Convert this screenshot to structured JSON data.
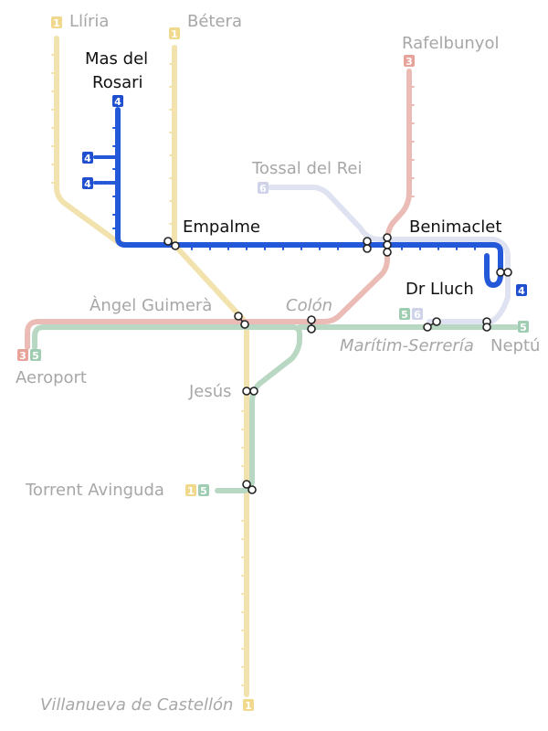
{
  "lines": {
    "1": {
      "color": "#f2e2ad",
      "badge": "#f0d98c"
    },
    "3": {
      "color": "#ebbcb6",
      "badge": "#e7a39a"
    },
    "4": {
      "color": "#2358d8",
      "badge": "#1f4fcf"
    },
    "5": {
      "color": "#b8d8c4",
      "badge": "#9fcdb2"
    },
    "6": {
      "color": "#dfe2f0",
      "badge": "#cfd3ea"
    }
  },
  "stations": {
    "lliria": "Llíria",
    "betera": "Bétera",
    "mas_del_rosari_1": "Mas del",
    "mas_del_rosari_2": "Rosari",
    "rafelbunyol": "Rafelbunyol",
    "tossal_del_rei": "Tossal del Rei",
    "empalme": "Empalme",
    "benimaclet": "Benimaclet",
    "dr_lluch": "Dr Lluch",
    "angel_guimera": "Àngel Guimerà",
    "colon": "Colón",
    "aeroport": "Aeroport",
    "maritim_serreria": "Marítim-Serrería",
    "neptu": "Neptú",
    "jesus": "Jesús",
    "torrent_avinguda": "Torrent Avinguda",
    "villanueva": "Villanueva de Castellón"
  },
  "badges": {
    "lliria": "1",
    "betera": "1",
    "mas_del_rosari": "4",
    "branch_a": "4",
    "branch_b": "4",
    "rafelbunyol": "3",
    "tossal_del_rei": "6",
    "dr_lluch": "4",
    "aeroport_a": "3",
    "aeroport_b": "5",
    "maritim_a": "5",
    "maritim_b": "6",
    "neptu": "5",
    "torrent_a": "1",
    "torrent_b": "5",
    "villanueva": "1"
  }
}
